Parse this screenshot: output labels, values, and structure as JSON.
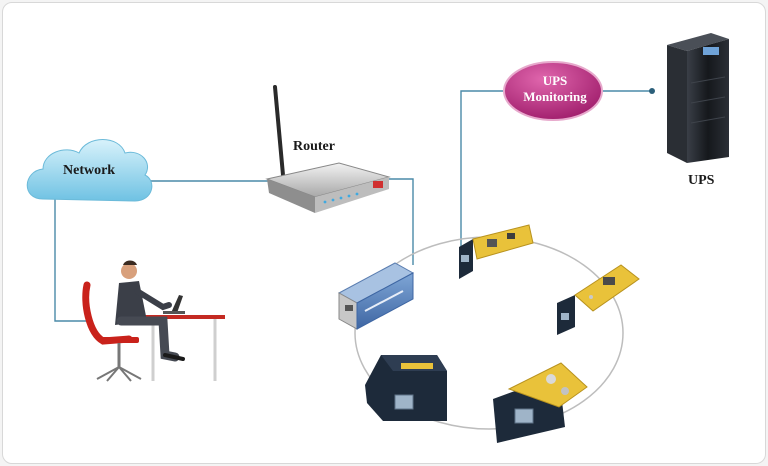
{
  "labels": {
    "network": "Network",
    "router": "Router",
    "ups": "UPS",
    "ups_monitoring_line1": "UPS",
    "ups_monitoring_line2": "Monitoring"
  },
  "colors": {
    "link_line": "#4a8aa8",
    "cloud": "#8fd1ea",
    "monitoring_bubble": "#b8287c",
    "ring": "#bdbdbd",
    "card_pcb": "#e9c23a",
    "card_panel": "#1d2a3a",
    "chair": "#c9221b",
    "ups_tower": "#1c1f24"
  },
  "icons": [
    "cloud-icon",
    "router-icon",
    "ups-tower-icon",
    "person-at-desk-icon",
    "network-card-icon",
    "converter-box-icon"
  ]
}
